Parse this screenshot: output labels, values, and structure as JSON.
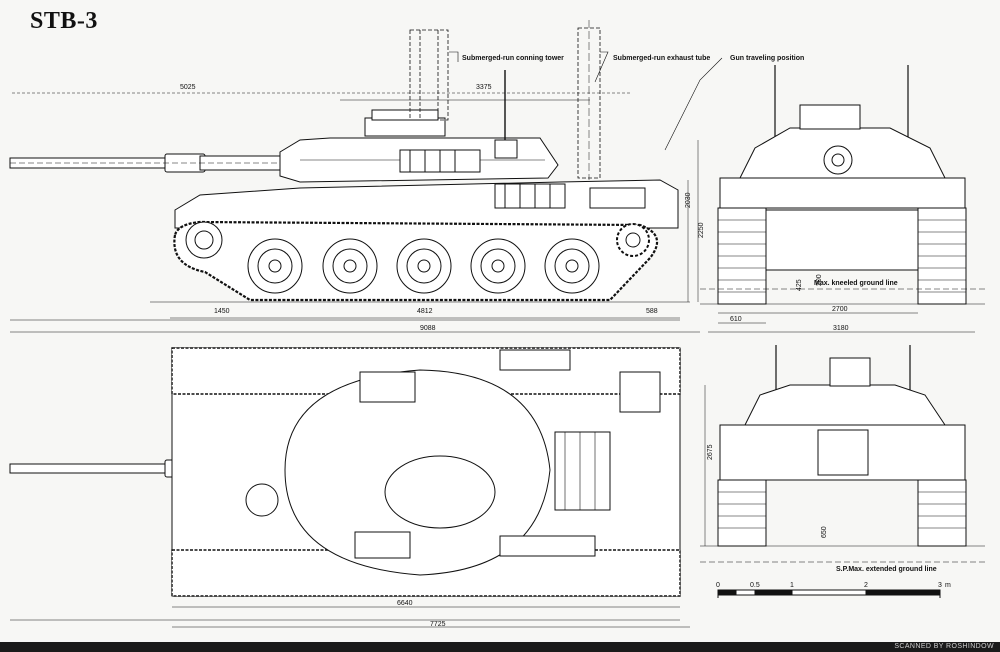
{
  "title": "STB-3",
  "credit": "SCANNED BY ROSHINDOW",
  "annotations": {
    "conning_tower": "Submerged-run conning tower",
    "exhaust_tube": "Submerged-run exhaust tube",
    "gun_position": "Gun traveling position",
    "kneeled_line": "Max. kneeled ground line",
    "extended_line": "S.P.Max. extended ground line"
  },
  "dimensions": {
    "d5025": "5025",
    "d3375": "3375",
    "d2030": "2030",
    "d2250": "2250",
    "d1450": "1450",
    "d4812": "4812",
    "d588": "588",
    "d9088": "9088",
    "d425": "425",
    "d200": "200",
    "d2700": "2700",
    "d610": "610",
    "d3180": "3180",
    "d2675": "2675",
    "d650": "650",
    "d6640": "6640",
    "d7725": "7725"
  },
  "scale": {
    "ticks": [
      "0",
      "0.5",
      "1",
      "2",
      "3"
    ],
    "unit": "m"
  },
  "colors": {
    "ink": "#111111",
    "paper": "#f7f7f5"
  }
}
